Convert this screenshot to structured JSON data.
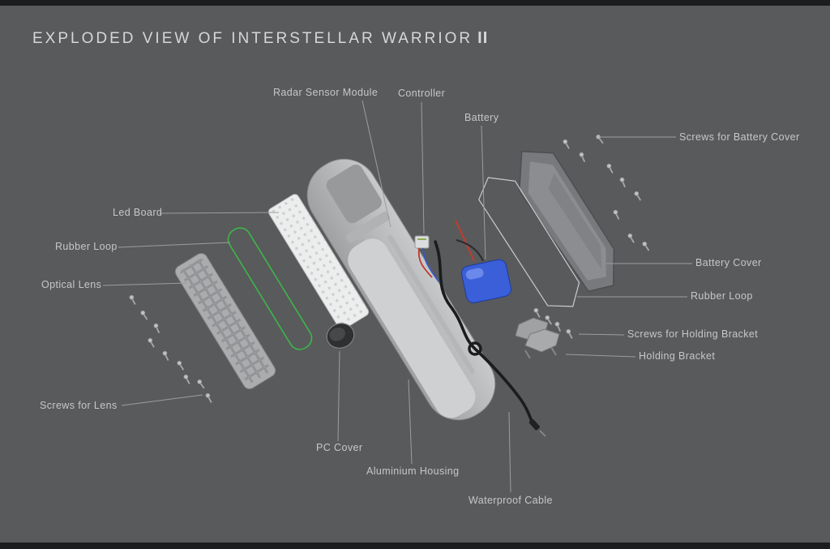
{
  "title": {
    "text": "EXPLODED VIEW OF INTERSTELLAR WARRIOR",
    "suffix": "II"
  },
  "colors": {
    "background": "#595a5c",
    "label_text": "#c6c7c9",
    "leader_line": "#9b9da0",
    "battery_blue": "#3a5fd8",
    "rubber_loop_green": "#3db54a",
    "housing_gray": "#b9babc",
    "cable_black": "#1b1c1e"
  },
  "parts": {
    "radar_sensor_module": {
      "label": "Radar Sensor Module"
    },
    "controller": {
      "label": "Controller"
    },
    "battery": {
      "label": "Battery"
    },
    "screws_battery_cover": {
      "label": "Screws for Battery Cover"
    },
    "led_board": {
      "label": "Led Board"
    },
    "rubber_loop_left": {
      "label": "Rubber Loop"
    },
    "optical_lens": {
      "label": "Optical Lens"
    },
    "battery_cover": {
      "label": "Battery Cover"
    },
    "rubber_loop_right": {
      "label": "Rubber Loop"
    },
    "screws_holding_bracket": {
      "label": "Screws for Holding Bracket"
    },
    "holding_bracket": {
      "label": "Holding Bracket"
    },
    "screws_lens": {
      "label": "Screws for Lens"
    },
    "pc_cover": {
      "label": "PC Cover"
    },
    "aluminium_housing": {
      "label": "Aluminium Housing"
    },
    "waterproof_cable": {
      "label": "Waterproof Cable"
    }
  }
}
